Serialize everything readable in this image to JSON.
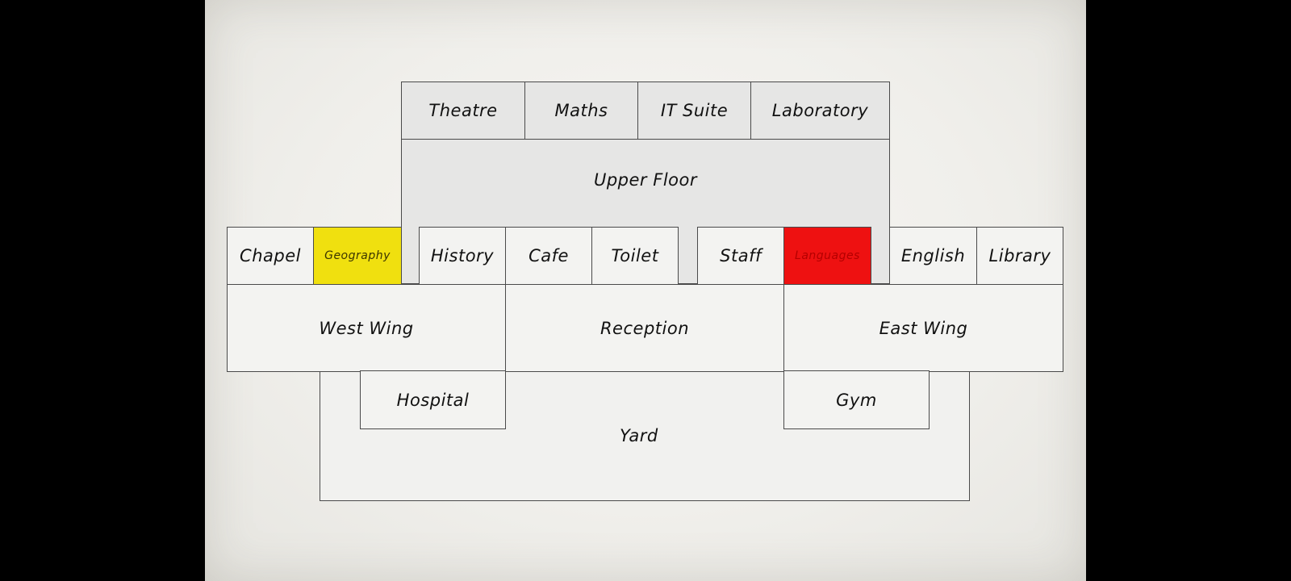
{
  "plan": {
    "upper_rooms": [
      "Theatre",
      "Maths",
      "IT Suite",
      "Laboratory"
    ],
    "upper_floor": "Upper Floor",
    "ground_rooms": {
      "chapel": "Chapel",
      "geography": "Geography",
      "history": "History",
      "cafe": "Cafe",
      "toilet": "Toilet",
      "staff": "Staff",
      "languages": "Languages",
      "english": "English",
      "library": "Library"
    },
    "west_wing": "West Wing",
    "reception": "Reception",
    "east_wing": "East Wing",
    "hospital": "Hospital",
    "gym": "Gym",
    "yard": "Yard"
  },
  "colors": {
    "geography_highlight": "#f0e00f",
    "languages_highlight": "#ee1111"
  }
}
